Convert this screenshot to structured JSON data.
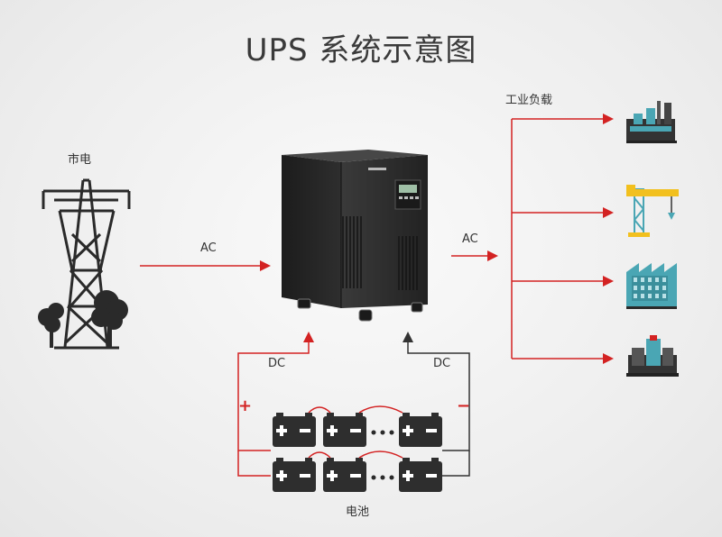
{
  "title": "UPS 系统示意图",
  "labels": {
    "grid": "市电",
    "ac_in": "AC",
    "ac_out": "AC",
    "load": "工业负载",
    "dc_left": "DC",
    "dc_right": "DC",
    "battery": "电池",
    "plus": "+",
    "minus": "−"
  },
  "colors": {
    "arrow_red": "#d32222",
    "arrow_dark": "#333333",
    "icon_teal": "#4aa6b4",
    "icon_yellow": "#f2c01e",
    "battery_dark": "#2e2e2e",
    "ups_body": "#2b2b2b"
  },
  "icons": [
    "power-tower-icon",
    "ups-cabinet-icon",
    "refinery-icon",
    "crane-icon",
    "factory-icon",
    "generator-plant-icon",
    "battery-icon"
  ]
}
